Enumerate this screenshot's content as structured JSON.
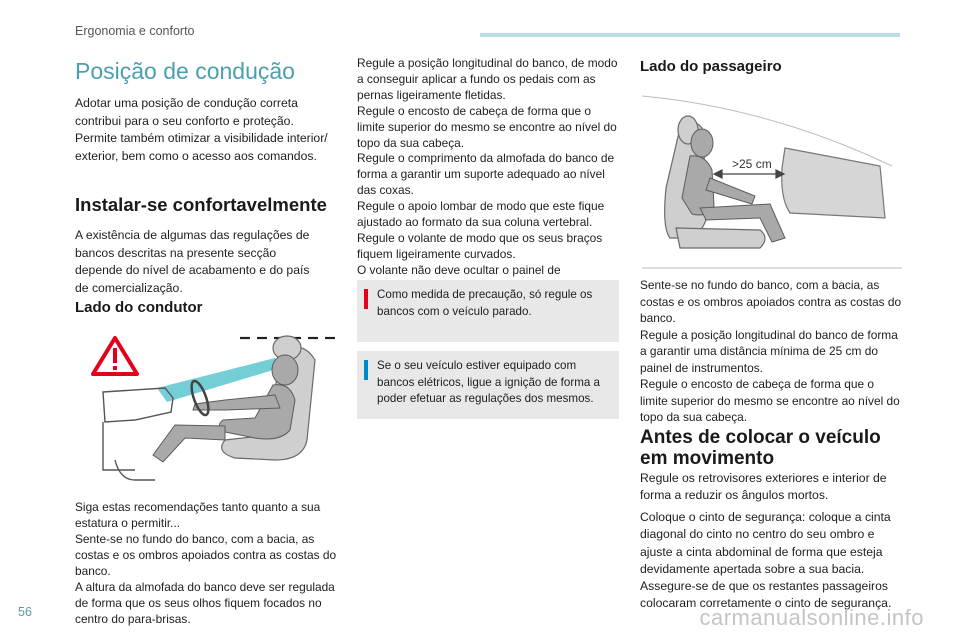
{
  "header": {
    "section": "Ergonomia e conforto"
  },
  "page_number": "56",
  "watermark": "carmanualsonline.info",
  "title": "Posição de condução",
  "intro": "Adotar uma posição de condução correta contribui para o seu conforto e proteção. Permite também otimizar a visibilidade interior/ exterior, bem como o acesso aos comandos.",
  "install": {
    "heading": "Instalar-se confortavelmente",
    "text": "A existência de algumas das regulações de bancos descritas na presente secção depende do nível de acabamento e do país de comercialização."
  },
  "driver": {
    "heading": "Lado do condutor",
    "text": "Siga estas recomendações tanto quanto a sua estatura o permitir...\nSente-se no fundo do banco, com a bacia, as costas e os ombros apoiados contra as costas do banco.\nA altura da almofada do banco deve ser regulada de forma que os seus olhos fiquem focados no centro do para-brisas."
  },
  "middle": {
    "text": "Regule a posição longitudinal do banco, de modo a conseguir aplicar a fundo os pedais com as pernas ligeiramente fletidas.\nRegule o encosto de cabeça de forma que o limite superior do mesmo se encontre ao nível do topo da sua cabeça.\nRegule o comprimento da almofada do banco de forma a garantir um suporte adequado ao nível das coxas.\nRegule o apoio lombar de modo que este fique ajustado ao formato da sua coluna vertebral.\nRegule o volante de modo que os seus braços fiquem ligeiramente curvados.\nO volante não deve ocultar o painel de instrumentos.",
    "warning": "Como medida de precaução, só regule os bancos com o veículo parado.",
    "info": "Se o seu veículo estiver equipado com bancos elétricos, ligue a ignição de forma a poder efetuar as regulações dos mesmos."
  },
  "passenger": {
    "heading": "Lado do passageiro",
    "distance_label": ">25 cm",
    "text": "Sente-se no fundo do banco, com a bacia, as costas e os ombros apoiados contra as costas do banco.\nRegule a posição longitudinal do banco de forma a garantir uma distância mínima de 25 cm do painel de instrumentos.\nRegule o encosto de cabeça de forma que o limite superior do mesmo se encontre ao nível do topo da sua cabeça."
  },
  "before": {
    "heading": "Antes de colocar o veículo em movimento",
    "p1": "Regule os retrovisores exteriores e interior de forma a reduzir os ângulos mortos.",
    "p2": "Coloque o cinto de segurança: coloque a cinta diagonal do cinto no centro do seu ombro e ajuste a cinta abdominal de forma que esteja devidamente apertada sobre a sua bacia.\nAssegure-se de que os restantes passageiros colocaram corretamente o cinto de segurança."
  },
  "colors": {
    "accent": "#4a9fb0",
    "warning": "#e2001a",
    "info": "#0088c6"
  },
  "icons": {
    "driver_figure": "warning-triangle-icon",
    "info_marker": "info-icon",
    "warning_marker": "exclamation-icon"
  }
}
